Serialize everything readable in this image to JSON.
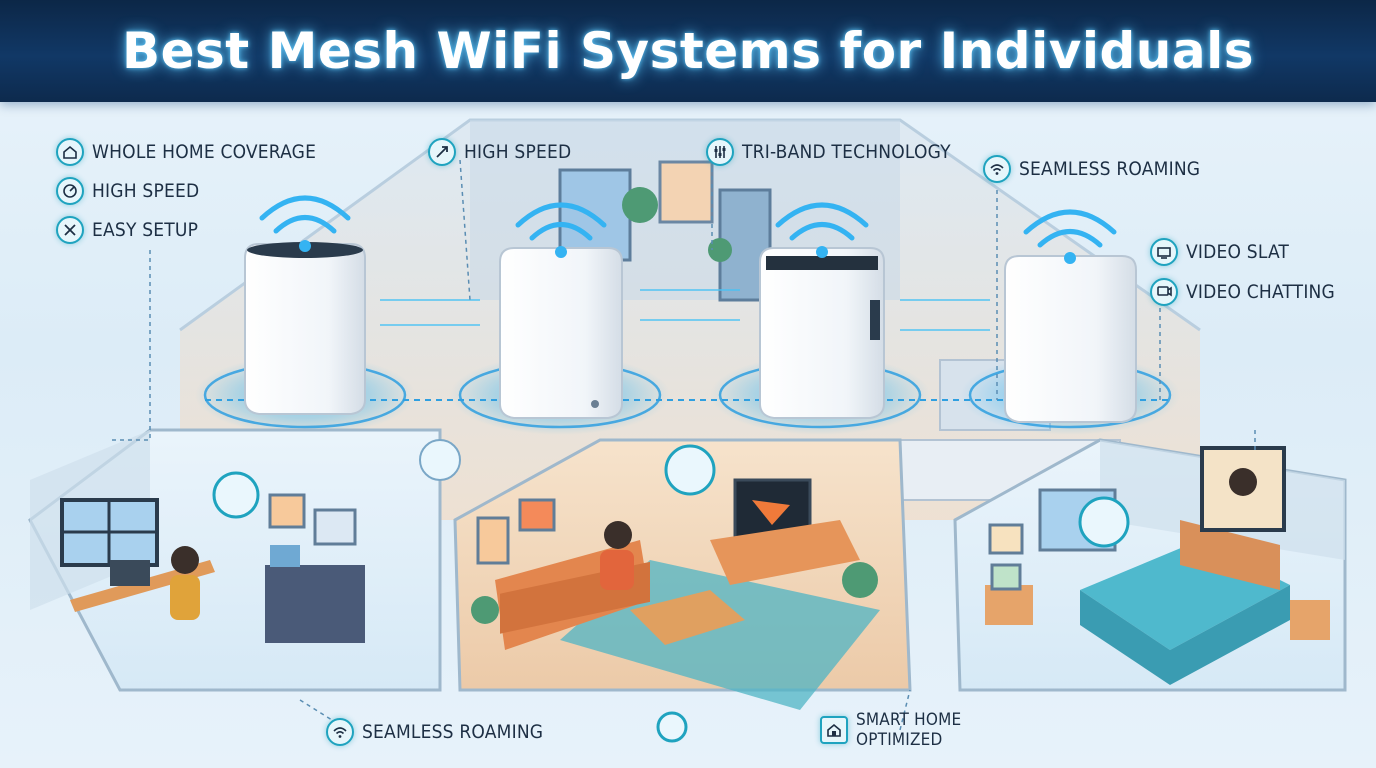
{
  "title": "Best Mesh WiFi Systems for Individuals",
  "features_left": [
    {
      "label": "WHOLE HOME COVERAGE",
      "icon": "home-icon"
    },
    {
      "label": "HIGH SPEED",
      "icon": "speedometer-icon"
    },
    {
      "label": "EASY SETUP",
      "icon": "tools-icon"
    }
  ],
  "feature_node2": {
    "label": "HIGH SPEED",
    "icon": "rocket-icon"
  },
  "feature_node3": {
    "label": "TRI-BAND TECHNOLOGY",
    "icon": "sliders-icon"
  },
  "feature_node4": {
    "label": "SEAMLESS ROAMING",
    "icon": "wifi-icon"
  },
  "features_right": [
    {
      "label": "VIDEO SLAT",
      "icon": "device-icon"
    },
    {
      "label": "VIDEO CHATTING",
      "icon": "chat-icon"
    }
  ],
  "feature_bottom_roaming": {
    "label": "SEAMLESS ROAMING",
    "icon": "wifi-icon"
  },
  "feature_bottom_smart": {
    "label": "SMART HOME OPTIMIZED",
    "icon": "smart-home-icon"
  },
  "colors": {
    "banner": "#113866",
    "glow": "#3fb6f0",
    "accent": "#1fa3bf",
    "router": "#f7fafc",
    "floor": "#f1dcc4"
  }
}
